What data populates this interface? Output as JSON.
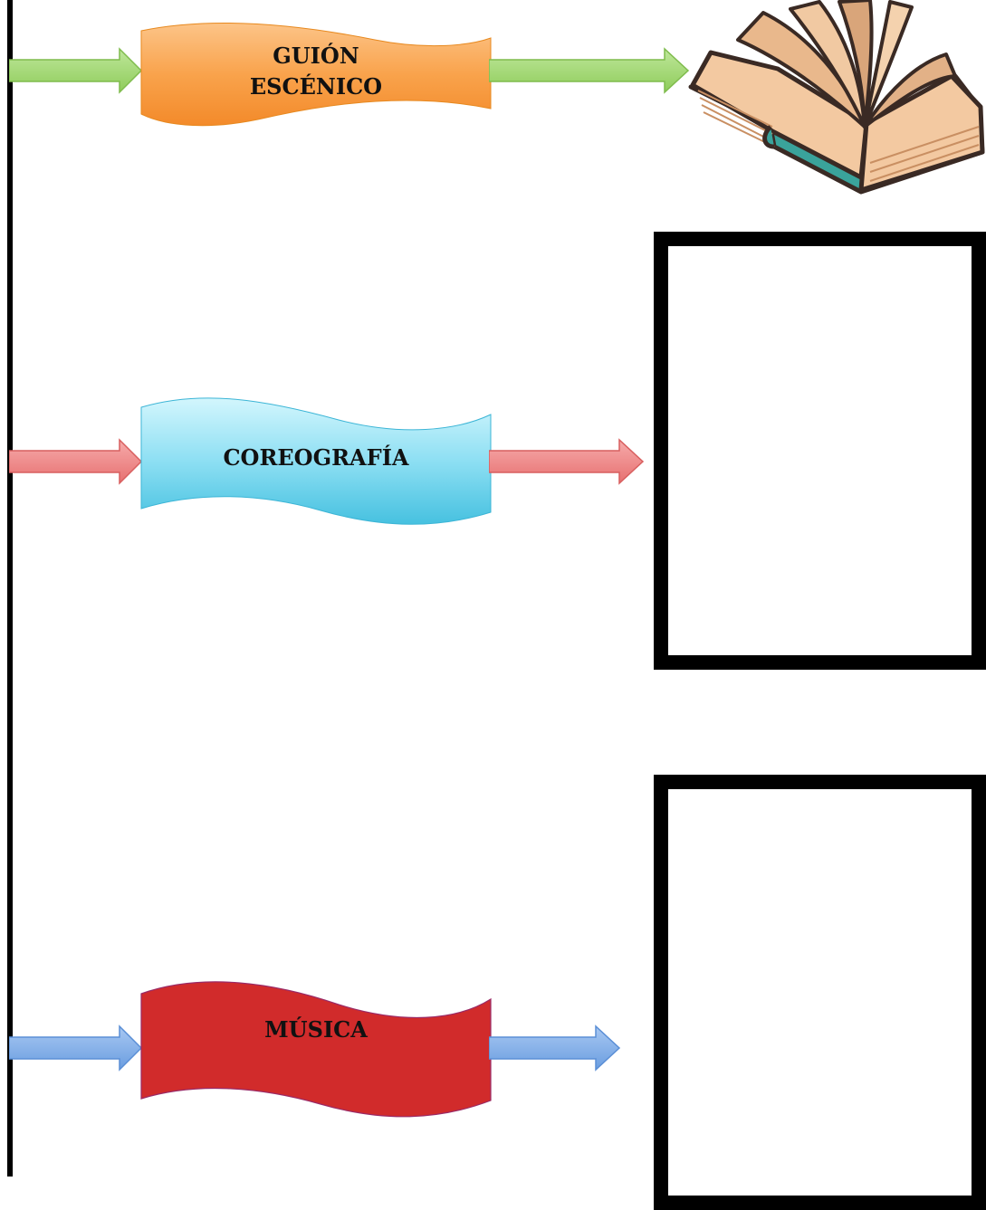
{
  "diagram": {
    "items": [
      {
        "label": "GUIÓN\nESCÉNICO",
        "fill_top": "#fbb56a",
        "fill_bottom": "#f48b2c",
        "arrow_color": "#9bd46a",
        "arrow_dark": "#7fbc4d"
      },
      {
        "label": "COREOGRAFÍA",
        "fill_top": "#bff0fb",
        "fill_bottom": "#4fc6e4",
        "arrow_color": "#ee7f7f",
        "arrow_dark": "#d85f5f"
      },
      {
        "label": "MÚSICA",
        "fill_top": "#d63131",
        "fill_bottom": "#c82626",
        "arrow_color": "#7aa9e6",
        "arrow_dark": "#5b8fd6"
      }
    ],
    "timeline_color": "#000000",
    "book_icon": "open-book-icon"
  }
}
